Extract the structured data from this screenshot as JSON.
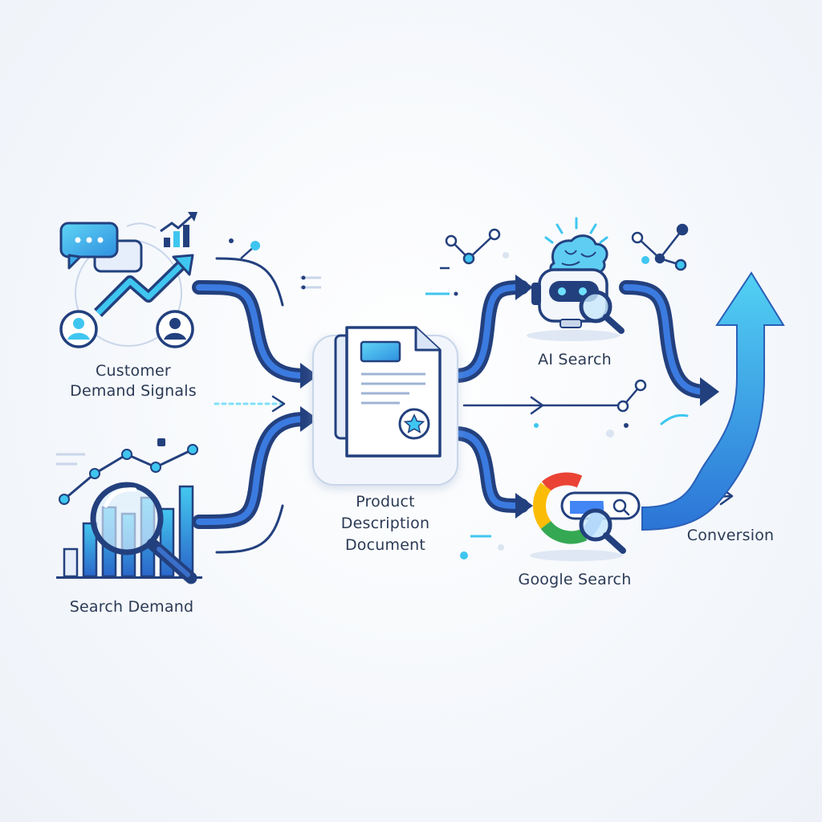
{
  "nodes": {
    "customer_demand_signals": {
      "line1": "Customer",
      "line2": "Demand Signals"
    },
    "search_demand": {
      "label": "Search Demand"
    },
    "product_description_document": {
      "line1": "Product",
      "line2": "Description",
      "line3": "Document"
    },
    "ai_search": {
      "label": "AI Search"
    },
    "google_search": {
      "label": "Google Search"
    },
    "conversion": {
      "label": "Conversion"
    }
  },
  "colors": {
    "navy": "#23407e",
    "blue": "#2f6fd6",
    "cyan": "#32c3ee",
    "light_cyan": "#7fe0f7",
    "doc_bg": "#eef3fb",
    "google_blue": "#4285f4",
    "google_red": "#ea4335",
    "google_yellow": "#fbbc05",
    "google_green": "#34a853"
  },
  "icons": [
    "chat-bubbles-icon",
    "trend-arrow-icon",
    "user-avatar-icon",
    "bar-chart-icon",
    "magnifier-icon",
    "document-star-icon",
    "ai-brain-robot-icon",
    "google-logo-icon",
    "growth-arrow-icon"
  ]
}
